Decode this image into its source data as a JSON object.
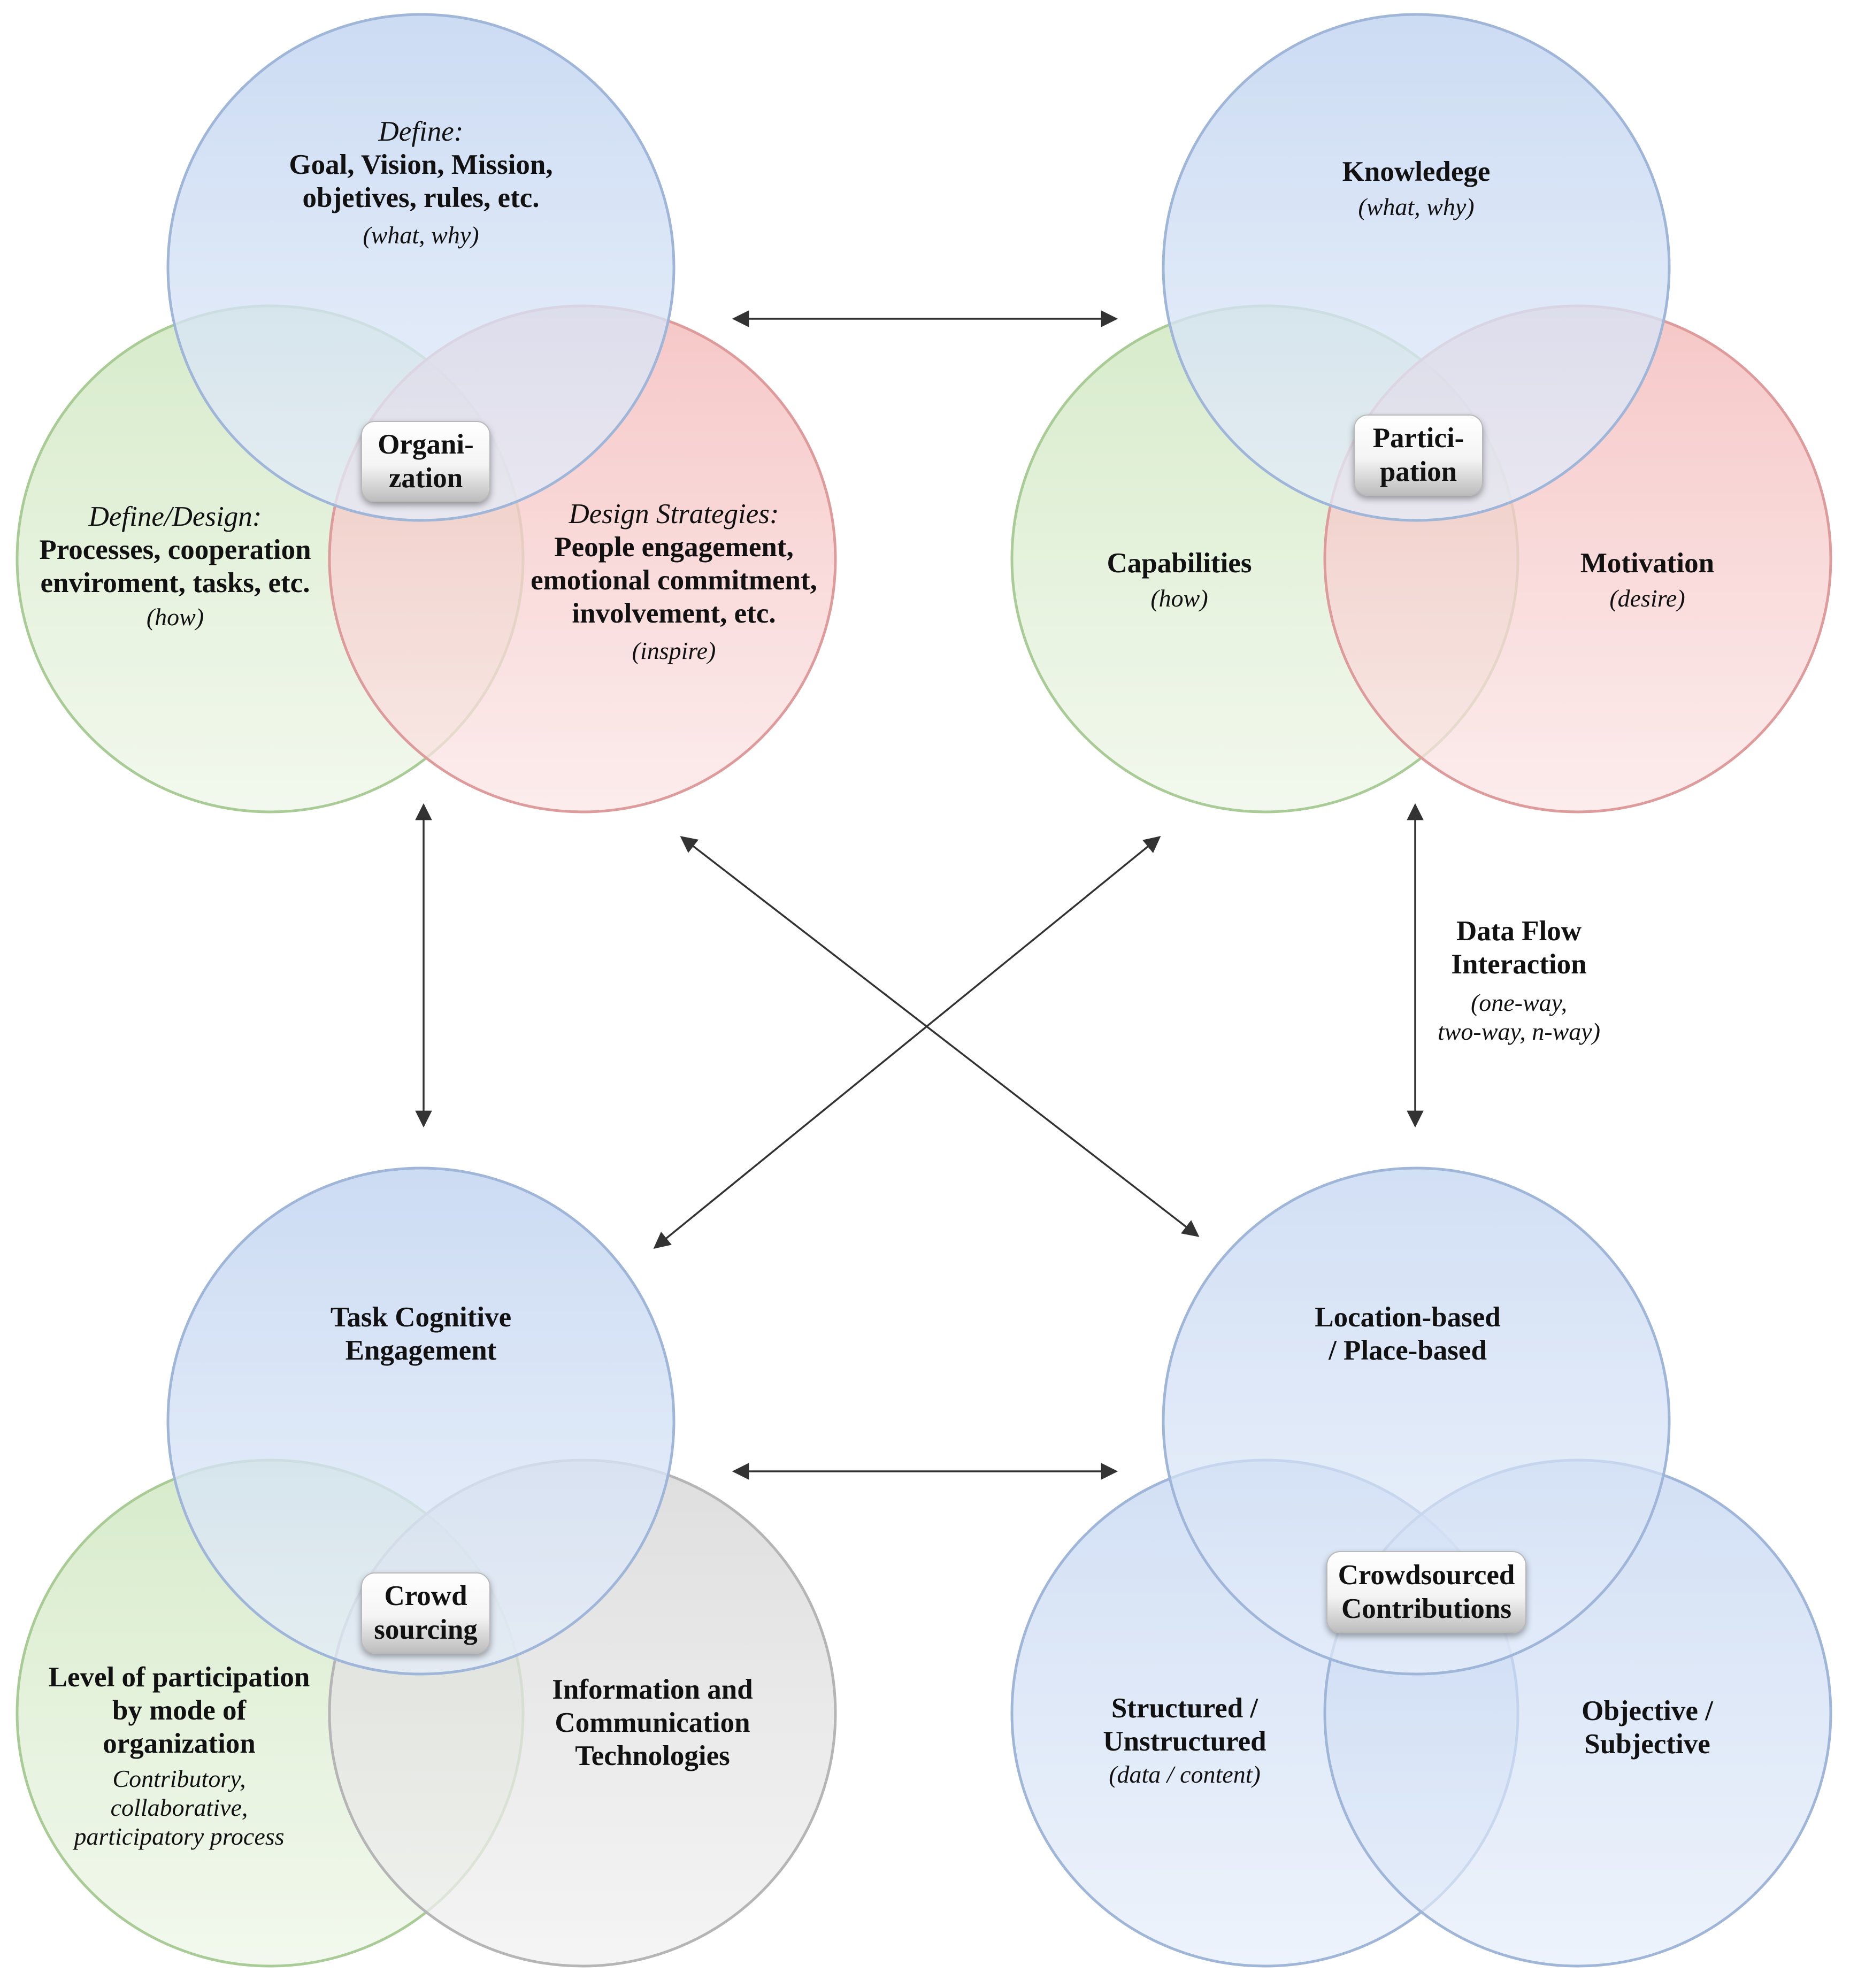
{
  "colors": {
    "blue": "#c7d9f2",
    "blue_stroke": "#9fb6d8",
    "green": "#d3eac6",
    "green_stroke": "#a9cc96",
    "red": "#f5c6c6",
    "red_stroke": "#de9b9b",
    "gray": "#dcdcdc",
    "gray_stroke": "#b5b5b5",
    "arrow": "#333333"
  },
  "organization": {
    "badge": [
      "Organi-",
      "zation"
    ],
    "top": {
      "prefix": "Define:",
      "lines": [
        "Goal, Vision, Mission,",
        "objetives, rules, etc."
      ],
      "note": "(what, why)"
    },
    "left": {
      "prefix": "Define/Design:",
      "lines": [
        "Processes, cooperation",
        "enviroment, tasks, etc."
      ],
      "note": "(how)"
    },
    "right": {
      "prefix": "Design Strategies:",
      "lines": [
        "People engagement,",
        "emotional commitment,",
        "involvement, etc."
      ],
      "note": "(inspire)"
    }
  },
  "participation": {
    "badge": [
      "Partici-",
      "pation"
    ],
    "top": {
      "title": "Knowledege",
      "note": "(what, why)"
    },
    "left": {
      "title": "Capabilities",
      "note": "(how)"
    },
    "right": {
      "title": "Motivation",
      "note": "(desire)"
    }
  },
  "crowdsourcing": {
    "badge": [
      "Crowd",
      "sourcing"
    ],
    "top": {
      "lines": [
        "Task Cognitive",
        "Engagement"
      ]
    },
    "left": {
      "lines": [
        "Level of participation",
        "by mode of",
        "organization"
      ],
      "notes": [
        "Contributory,",
        "collaborative,",
        "participatory process"
      ]
    },
    "right": {
      "lines": [
        "Information and",
        "Communication",
        "Technologies"
      ]
    }
  },
  "contributions": {
    "badge": [
      "Crowdsourced",
      "Contributions"
    ],
    "top": {
      "lines": [
        "Location-based",
        "/ Place-based"
      ]
    },
    "left": {
      "lines": [
        "Structured /",
        "Unstructured"
      ],
      "note": "(data / content)"
    },
    "right": {
      "lines": [
        "Objective /",
        "Subjective"
      ]
    }
  },
  "data_flow": {
    "lines": [
      "Data Flow",
      "Interaction"
    ],
    "notes": [
      "(one-way,",
      "two-way, n-way)"
    ]
  }
}
